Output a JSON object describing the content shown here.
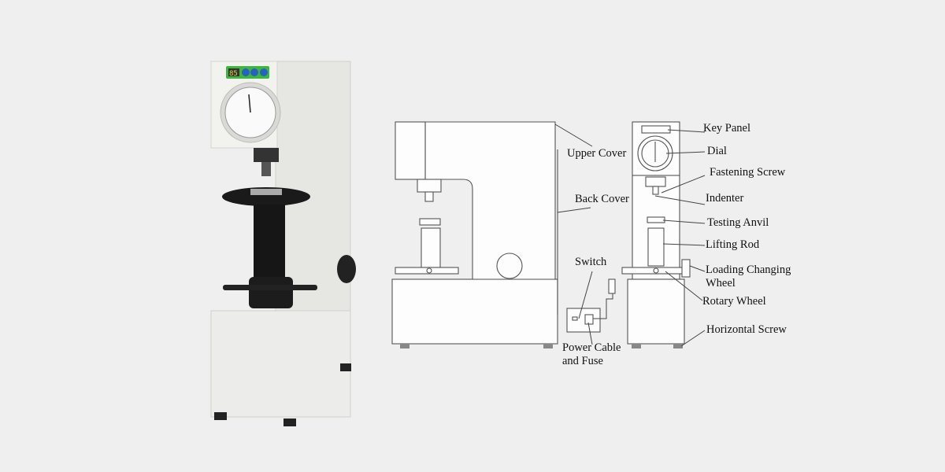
{
  "photo": {
    "display_readout": "85"
  },
  "labels": {
    "key_panel": "Key Panel",
    "dial": "Dial",
    "fastening_screw": "Fastening Screw",
    "indenter": "Indenter",
    "testing_anvil": "Testing Anvil",
    "lifting_rod": "Lifting Rod",
    "loading_changing_wheel_1": "Loading Changing",
    "loading_changing_wheel_2": "Wheel",
    "rotary_wheel": "Rotary Wheel",
    "horizontal_screw": "Horizontal Screw",
    "upper_cover": "Upper Cover",
    "back_cover": "Back Cover",
    "switch": "Switch",
    "power_cable_1": "Power Cable",
    "power_cable_2": "and Fuse"
  },
  "colors": {
    "panel_green": "#3cb83c",
    "button_blue": "#2a5fc4"
  }
}
